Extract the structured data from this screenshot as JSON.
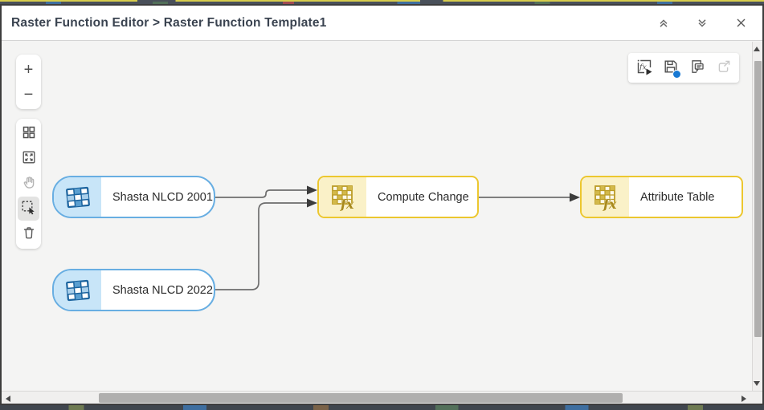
{
  "window": {
    "title": "Raster Function Editor > Raster Function Template1",
    "controls": {
      "collapse": "collapse",
      "expand": "expand",
      "close": "close"
    }
  },
  "left_toolbar": {
    "zoom_in_label": "+",
    "zoom_out_label": "−",
    "tools": [
      {
        "name": "auto-layout"
      },
      {
        "name": "zoom-to-fit"
      },
      {
        "name": "pan",
        "state": "disabled"
      },
      {
        "name": "select",
        "state": "active"
      },
      {
        "name": "delete"
      }
    ]
  },
  "function_toolbar": {
    "buttons": [
      {
        "name": "apply-function"
      },
      {
        "name": "save",
        "unsaved_changes": true
      },
      {
        "name": "properties"
      },
      {
        "name": "export",
        "state": "disabled"
      }
    ]
  },
  "diagram": {
    "nodes": [
      {
        "label": "Shasta NLCD 2001",
        "type": "raster"
      },
      {
        "label": "Shasta NLCD 2022",
        "type": "raster"
      },
      {
        "label": "Compute Change",
        "type": "function"
      },
      {
        "label": "Attribute Table",
        "type": "function"
      }
    ],
    "connections": [
      {
        "from": "Shasta NLCD 2001",
        "to": "Compute Change"
      },
      {
        "from": "Shasta NLCD 2022",
        "to": "Compute Change"
      },
      {
        "from": "Compute Change",
        "to": "Attribute Table"
      }
    ]
  },
  "icons": {
    "fx": "fx"
  },
  "colors": {
    "raster_border": "#68aee2",
    "raster_fill": "#c8e5f8",
    "raster_icon": "#1b639e",
    "function_border": "#ecc72f",
    "function_fill": "#faf1c8",
    "function_icon": "#bb9c26",
    "connector": "#6e6e6e",
    "arrowhead": "#3c3c3c",
    "canvas_bg": "#f4f4f3",
    "unsaved_dot": "#1979d3",
    "frame": "#3d3d3d"
  }
}
